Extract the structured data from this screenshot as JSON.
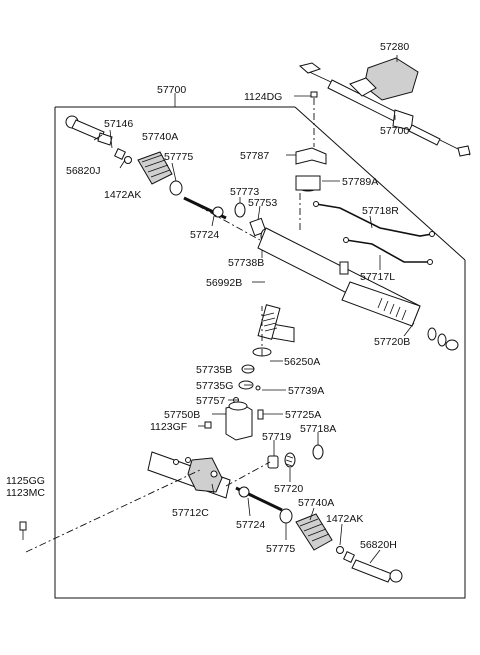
{
  "diagram": {
    "labels": {
      "l57280": "57280",
      "l57700_inset": "57700",
      "l57700_main": "57700",
      "l1124DG": "1124DG",
      "l57146": "57146",
      "l57740A_top": "57740A",
      "l56820J": "56820J",
      "l57775_top": "57775",
      "l1472AK_top": "1472AK",
      "l57787": "57787",
      "l57789A": "57789A",
      "l57773": "57773",
      "l57753": "57753",
      "l57718R": "57718R",
      "l57724_top": "57724",
      "l57738B": "57738B",
      "l57717L": "57717L",
      "l56992B": "56992B",
      "l57720B": "57720B",
      "l57735B": "57735B",
      "l56250A": "56250A",
      "l57735G": "57735G",
      "l57739A": "57739A",
      "l57757": "57757",
      "l57750B": "57750B",
      "l57725A": "57725A",
      "l1123GF": "1123GF",
      "l57719": "57719",
      "l57718A": "57718A",
      "l1125GG": "1125GG",
      "l1123MC": "1123MC",
      "l57720": "57720",
      "l57712C": "57712C",
      "l57740A_bot": "57740A",
      "l1472AK_bot": "1472AK",
      "l57724_bot": "57724",
      "l57775_bot": "57775",
      "l56820H": "56820H"
    }
  }
}
